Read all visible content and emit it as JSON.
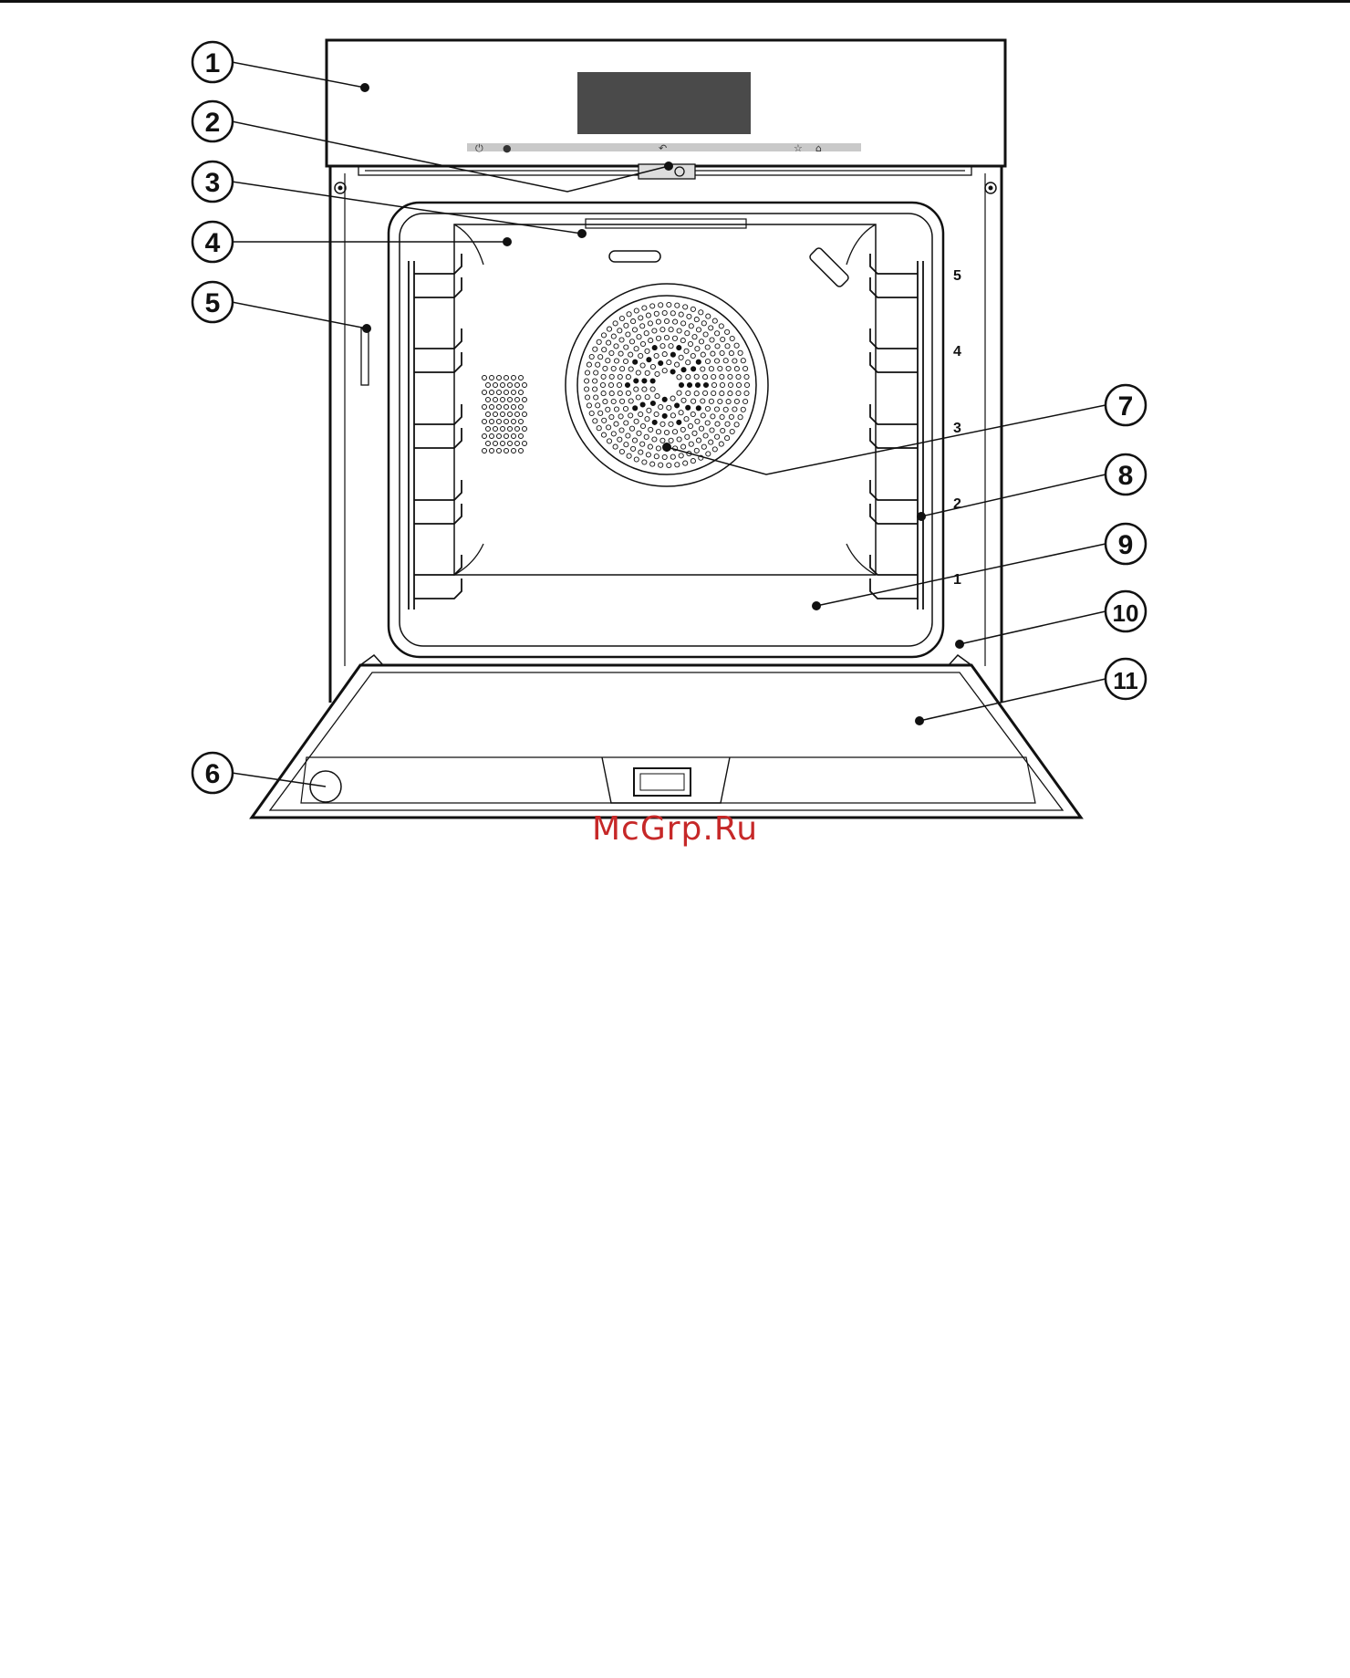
{
  "diagram": {
    "callouts": [
      {
        "number": "1"
      },
      {
        "number": "2"
      },
      {
        "number": "3"
      },
      {
        "number": "4"
      },
      {
        "number": "5"
      },
      {
        "number": "6"
      },
      {
        "number": "7"
      },
      {
        "number": "8"
      },
      {
        "number": "9"
      },
      {
        "number": "10"
      },
      {
        "number": "11"
      }
    ],
    "shelf_levels": [
      "5",
      "4",
      "3",
      "2",
      "1"
    ],
    "control_strip_icons": [
      "power-icon",
      "dot-icon",
      "back-icon",
      "star-icon",
      "bell-icon"
    ],
    "control_strip_glyphs": {
      "power": "⏻",
      "dot": "●",
      "back": "↶",
      "star": "☆",
      "bell": "⌂"
    }
  },
  "watermark": {
    "text": "McGrp.Ru"
  },
  "colors": {
    "line": "#111111",
    "display": "#4a4a4a",
    "watermark": "#c62828"
  }
}
